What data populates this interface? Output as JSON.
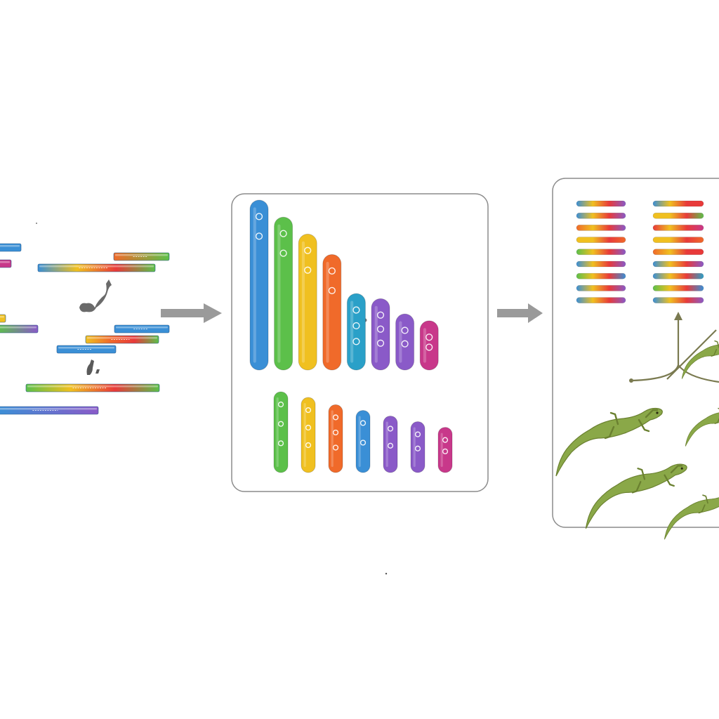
{
  "palette": {
    "blue": "#3a8fd6",
    "green": "#5cc04a",
    "yellow": "#f0c020",
    "orange": "#f06a2a",
    "red": "#e83a3a",
    "purple": "#8a5ac8",
    "magenta": "#c8388a",
    "teal": "#2aa0c8",
    "arrow": "#9a9a9a",
    "panel_border": "#8c8c8c",
    "lizard_body": "#8aa848",
    "lizard_dark": "#6a8030",
    "tree_line": "#7a7a50"
  },
  "stages": [
    {
      "id": "sequencing-reads",
      "kind": "fragments"
    },
    {
      "id": "chromosome-assembly",
      "kind": "chromosomes"
    },
    {
      "id": "comparative-genomics",
      "kind": "genomes-phylogeny"
    }
  ],
  "reads": [
    {
      "colors": [
        "blue"
      ]
    },
    {
      "colors": [
        "magenta"
      ]
    },
    {
      "colors": [
        "orange",
        "green"
      ]
    },
    {
      "colors": [
        "blue",
        "yellow",
        "red",
        "green"
      ]
    },
    {
      "colors": [
        "yellow"
      ]
    },
    {
      "colors": [
        "green",
        "purple"
      ]
    },
    {
      "colors": [
        "blue"
      ]
    },
    {
      "colors": [
        "yellow",
        "orange",
        "red",
        "green"
      ]
    },
    {
      "colors": [
        "blue"
      ]
    },
    {
      "colors": [
        "green",
        "yellow",
        "red",
        "green"
      ]
    },
    {
      "colors": [
        "blue",
        "purple"
      ]
    }
  ],
  "chromosomes_top": [
    {
      "color": "blue",
      "length": 1.0
    },
    {
      "color": "green",
      "length": 0.9
    },
    {
      "color": "yellow",
      "length": 0.8
    },
    {
      "color": "orange",
      "length": 0.68
    },
    {
      "color": "teal",
      "length": 0.45
    },
    {
      "color": "purple",
      "length": 0.42
    },
    {
      "color": "purple",
      "length": 0.33
    },
    {
      "color": "magenta",
      "length": 0.29
    }
  ],
  "chromosomes_bottom": [
    {
      "color": "green",
      "length": 1.0
    },
    {
      "color": "yellow",
      "length": 0.93
    },
    {
      "color": "orange",
      "length": 0.84
    },
    {
      "color": "blue",
      "length": 0.77
    },
    {
      "color": "purple",
      "length": 0.7
    },
    {
      "color": "purple",
      "length": 0.63
    },
    {
      "color": "magenta",
      "length": 0.56
    }
  ],
  "genome_bars_left": [
    [
      "blue",
      "purple"
    ],
    [
      "blue",
      "purple"
    ],
    [
      "orange",
      "purple"
    ],
    [
      "yellow",
      "orange"
    ],
    [
      "green",
      "purple"
    ],
    [
      "blue",
      "purple"
    ],
    [
      "green",
      "blue"
    ],
    [
      "blue",
      "purple"
    ],
    [
      "blue",
      "purple"
    ]
  ],
  "genome_bars_right": [
    [
      "blue",
      "red"
    ],
    [
      "yellow",
      "green"
    ],
    [
      "red",
      "magenta"
    ],
    [
      "yellow",
      "orange"
    ],
    [
      "orange",
      "red"
    ],
    [
      "blue",
      "purple"
    ],
    [
      "blue",
      "teal"
    ],
    [
      "green",
      "blue"
    ],
    [
      "blue",
      "purple"
    ]
  ],
  "lizards": [
    {
      "name": "anole-1"
    },
    {
      "name": "anole-2"
    },
    {
      "name": "anole-3"
    },
    {
      "name": "anole-4"
    },
    {
      "name": "anole-5"
    }
  ]
}
